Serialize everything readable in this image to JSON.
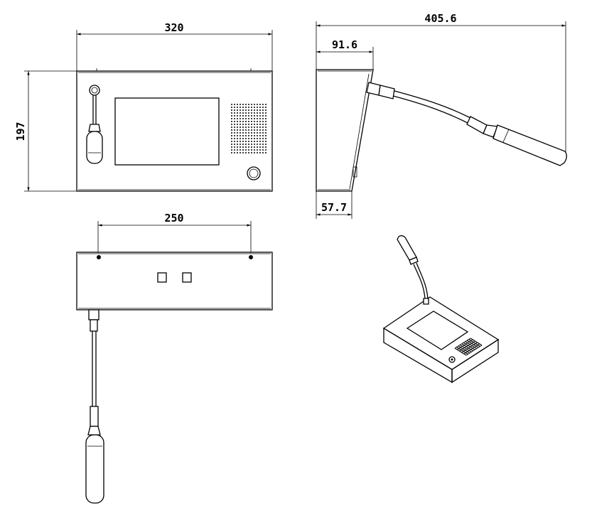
{
  "dimensions": {
    "front_width": "320",
    "front_height": "197",
    "side_total_depth": "405.6",
    "side_top_depth": "91.6",
    "side_base_depth": "57.7",
    "top_hole_spacing": "250"
  },
  "colors": {
    "line": "#000000",
    "background": "#ffffff"
  }
}
